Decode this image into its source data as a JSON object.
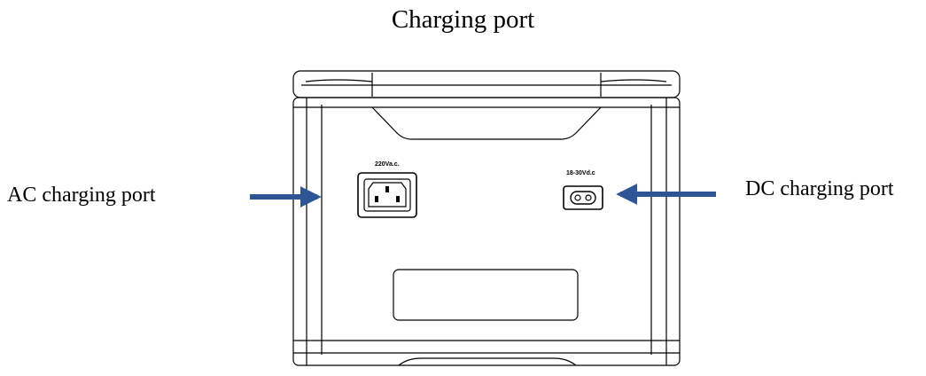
{
  "title": "Charging port",
  "callouts": {
    "ac": "AC charging port",
    "dc": "DC charging port"
  },
  "ports": {
    "ac_rating": "220Va.c.",
    "dc_rating": "18-30Vd.c"
  },
  "colors": {
    "arrow": "#2f5597",
    "outline": "#000000"
  }
}
